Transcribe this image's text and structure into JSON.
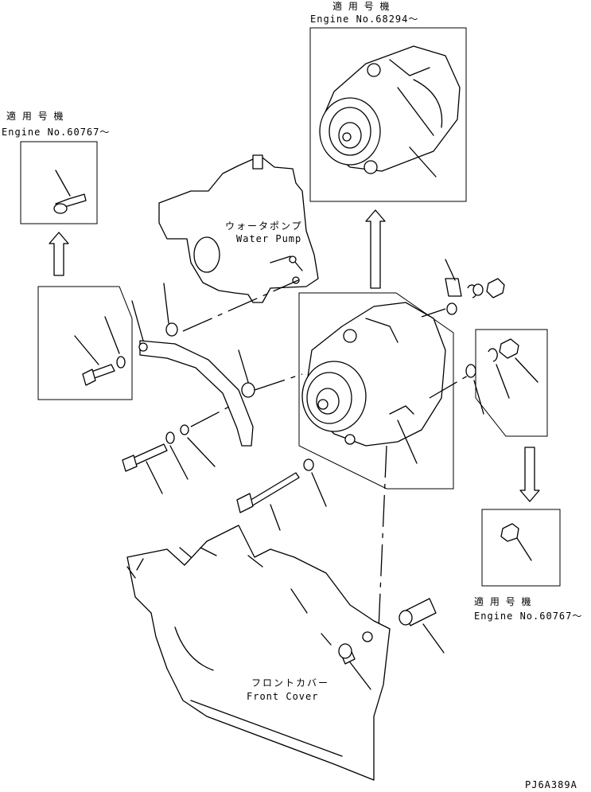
{
  "labels": {
    "top_detail_jp": "適 用 号 機",
    "top_detail_en": "Engine No.68294～",
    "left_detail_jp": "適 用 号 機",
    "left_detail_en": "Engine No.60767～",
    "right_detail_jp": "適 用 号 機",
    "right_detail_en": "Engine No.60767～",
    "water_pump_jp": "ウォータポンプ",
    "water_pump_en": "Water Pump",
    "front_cover_jp": "フロントカバー",
    "front_cover_en": "Front Cover",
    "drawing_code": "PJ6A389A"
  }
}
